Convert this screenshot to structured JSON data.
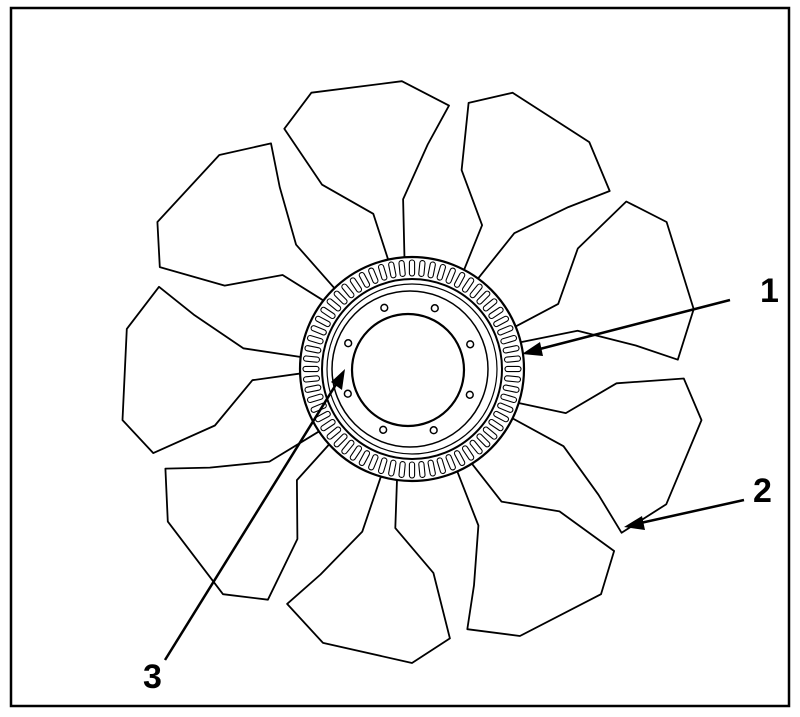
{
  "diagram": {
    "blade_count": 9,
    "colors": {
      "line": "#000000",
      "fill": "#ffffff",
      "stroke_gray": "#222222"
    },
    "callouts": [
      {
        "id": "1",
        "label": "1"
      },
      {
        "id": "2",
        "label": "2"
      },
      {
        "id": "3",
        "label": "3"
      }
    ]
  }
}
